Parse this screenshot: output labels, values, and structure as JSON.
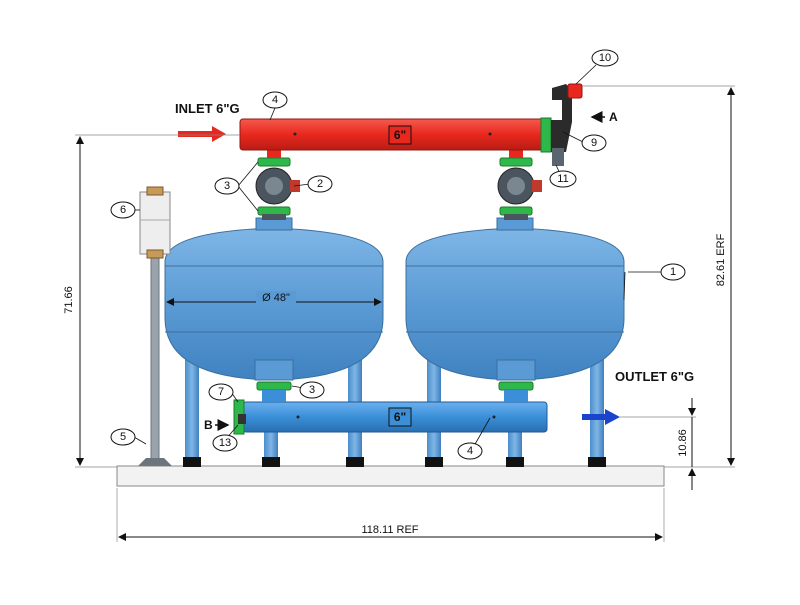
{
  "labels": {
    "inlet": "INLET 6\"G",
    "outlet": "OUTLET 6\"G",
    "inlet_size": "6\"",
    "outlet_size": "6\"",
    "tank_diameter": "Ø 48\"",
    "view_a": "A",
    "view_b": "B"
  },
  "dimensions": {
    "total_height": "82.61 ERF",
    "tank_height": "71.66",
    "outlet_height": "10.86",
    "width": "118.11 REF"
  },
  "balloons": {
    "b1": "1",
    "b2": "2",
    "b3_top": "3",
    "b3_bottom": "3",
    "b4_top": "4",
    "b4_bottom": "4",
    "b5": "5",
    "b6": "6",
    "b7": "7",
    "b9": "9",
    "b10": "10",
    "b11": "11",
    "b13": "13"
  },
  "colors": {
    "tank": "#5b9bd5",
    "inlet_pipe": "#e8281e",
    "outlet_pipe": "#3a8fd8",
    "flange": "#2fb84a",
    "valve": "#4a5560",
    "arrow": "#e8281e",
    "outlet_arrow": "#1a44cc"
  }
}
